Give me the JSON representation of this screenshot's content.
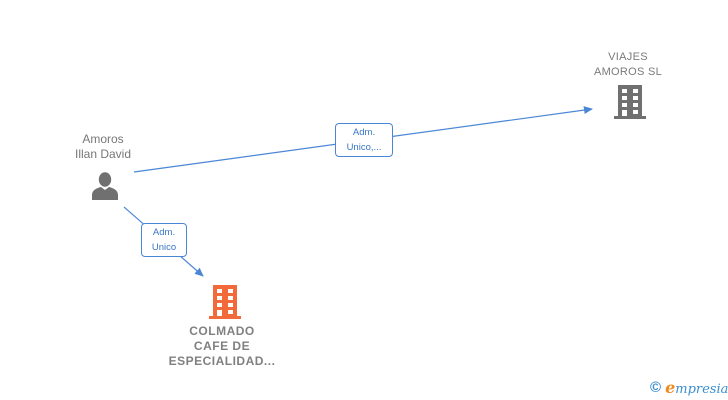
{
  "diagram": {
    "nodes": [
      {
        "id": "person",
        "type": "person",
        "label_line1": "Amoros",
        "label_line2": "Illan David",
        "icon": "person-icon",
        "color": "#707070"
      },
      {
        "id": "viajes",
        "type": "company",
        "label_line1": "VIAJES",
        "label_line2": "AMOROS SL",
        "icon": "building-icon",
        "color": "#707070"
      },
      {
        "id": "colmado",
        "type": "company",
        "label_line1": "COLMADO",
        "label_line2": "CAFE DE",
        "label_line3": "ESPECIALIDAD...",
        "icon": "building-icon",
        "color": "#f26a3a"
      }
    ],
    "edges": [
      {
        "from": "person",
        "to": "viajes",
        "label_line1": "Adm.",
        "label_line2": "Unico,...",
        "color": "#4a86d6"
      },
      {
        "from": "person",
        "to": "colmado",
        "label_line1": "Adm.",
        "label_line2": "Unico",
        "color": "#4a86d6"
      }
    ]
  },
  "footer": {
    "copyright_symbol": "©",
    "brand_first": "e",
    "brand_rest": "mpresia"
  }
}
